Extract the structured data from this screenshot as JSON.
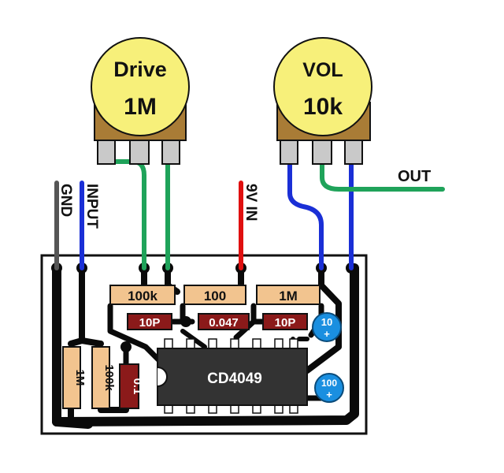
{
  "pots": {
    "drive": {
      "name": "Drive",
      "value": "1M"
    },
    "vol": {
      "name": "VOL",
      "value": "10k"
    }
  },
  "labels": {
    "out": "OUT",
    "gnd": "GND",
    "input": "INPUT",
    "nine_v": "9V IN"
  },
  "resistors": {
    "r_100k": "100k",
    "r_100": "100",
    "r_1m_top": "1M",
    "r_1m_left": "1M",
    "r_100k_left": "100k"
  },
  "capacitors": {
    "c_10p_left": "10P",
    "c_047": "0.047",
    "c_10p_right": "10P",
    "c_01": "0.1",
    "e_10": "10",
    "e_100": "100",
    "plus": "+"
  },
  "ic": {
    "label": "CD4049"
  },
  "colors": {
    "pot_knob": "#f7f07a",
    "pot_body": "#a97c36",
    "resistor": "#f2c48f",
    "film_cap": "#8b1a1a",
    "electrolytic": "#1a8fe0",
    "ic_body": "#333333",
    "wire_green": "#1fa35a",
    "wire_blue": "#1a2fd6",
    "wire_red": "#e01010",
    "wire_gray": "#555555"
  }
}
